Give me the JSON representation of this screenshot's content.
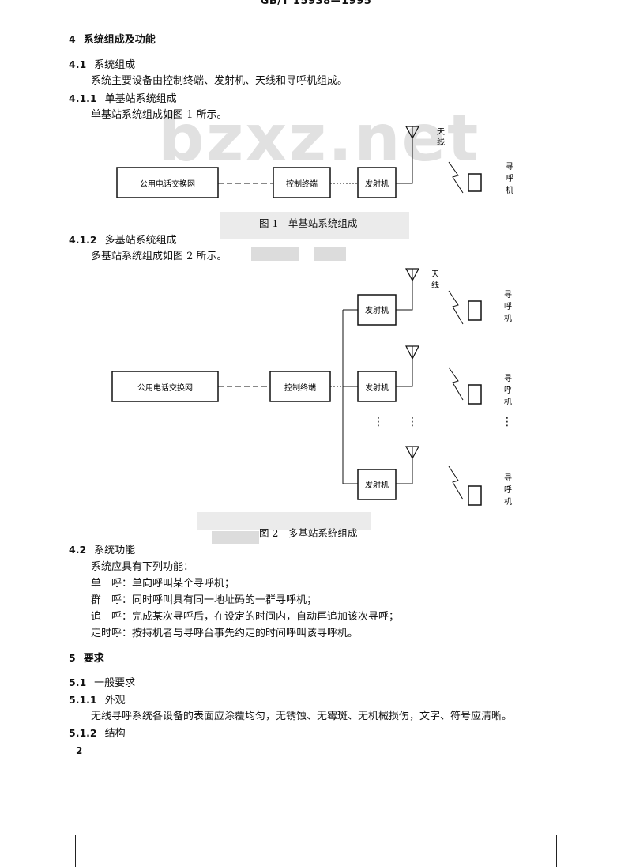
{
  "header": {
    "standard": "GB/T 15938—1995"
  },
  "watermark": "bzxz.net",
  "sections": {
    "s4": {
      "num": "4",
      "title": "系统组成及功能"
    },
    "s41": {
      "num": "4.1",
      "title": "系统组成",
      "body": "系统主要设备由控制终端、发射机、天线和寻呼机组成。"
    },
    "s411": {
      "num": "4.1.1",
      "title": "单基站系统组成",
      "body": "单基站系统组成如图 1 所示。"
    },
    "s412": {
      "num": "4.1.2",
      "title": "多基站系统组成",
      "body": "多基站系统组成如图 2 所示。"
    },
    "s42": {
      "num": "4.2",
      "title": "系统功能",
      "intro": "系统应具有下列功能：",
      "items": [
        "单　呼：单向呼叫某个寻呼机；",
        "群　呼：同时呼叫具有同一地址码的一群寻呼机；",
        "追　呼：完成某次寻呼后，在设定的时间内，自动再追加该次寻呼；",
        "定时呼：按持机者与寻呼台事先约定的时间呼叫该寻呼机。"
      ]
    },
    "s5": {
      "num": "5",
      "title": "要求"
    },
    "s51": {
      "num": "5.1",
      "title": "一般要求"
    },
    "s511": {
      "num": "5.1.1",
      "title": "外观",
      "body": "无线寻呼系统各设备的表面应涂覆均匀，无锈蚀、无霉斑、无机械损伤，文字、符号应清晰。"
    },
    "s512": {
      "num": "5.1.2",
      "title": "结构"
    }
  },
  "figure1": {
    "caption": "图 1　单基站系统组成",
    "box_pstn": "公用电话交换网",
    "box_control": "控制终端",
    "box_tx": "发射机",
    "antenna_label": [
      "天",
      "线"
    ],
    "pager_label": [
      "寻",
      "呼",
      "机"
    ]
  },
  "figure2": {
    "caption": "图 2　多基站系统组成",
    "box_pstn": "公用电话交换网",
    "box_control": "控制终端",
    "box_tx": "发射机",
    "antenna_label": [
      "天",
      "线"
    ],
    "pager_label": [
      "寻",
      "呼",
      "机"
    ],
    "ellipsis": "⋮"
  },
  "page_number": "2"
}
